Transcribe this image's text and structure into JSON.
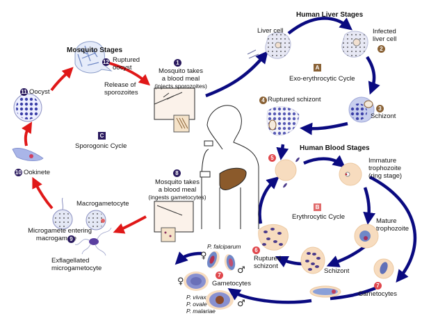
{
  "title_sections": {
    "mosquito": "Mosquito Stages",
    "liver": "Human Liver Stages",
    "blood": "Human Blood Stages"
  },
  "cycles": {
    "A": {
      "letter": "A",
      "label": "Exo-erythrocytic Cycle",
      "color": "#8a6236"
    },
    "B": {
      "letter": "B",
      "label": "Erythrocytic Cycle",
      "color": "#e06b6b"
    },
    "C": {
      "letter": "C",
      "label": "Sporogonic Cycle",
      "color": "#2a1a5e"
    }
  },
  "steps": {
    "s1": {
      "num": "1",
      "line1": "Mosquito takes",
      "line2": "a blood meal",
      "line3": "(injects sporozoites)"
    },
    "s2": {
      "num": "2",
      "line1": "Infected",
      "line2": "liver cell"
    },
    "s3": {
      "num": "3",
      "label": "Schizont"
    },
    "s4": {
      "num": "4",
      "label": "Ruptured schizont"
    },
    "s5": {
      "num": "5"
    },
    "s6": {
      "num": "6",
      "line1": "Ruptured",
      "line2": "schizont"
    },
    "s7a": {
      "num": "7",
      "label": "Gametocytes"
    },
    "s7b": {
      "num": "7",
      "label": "Gametocytes"
    },
    "s8": {
      "num": "8",
      "line1": "Mosquito takes",
      "line2": "a blood meal",
      "line3": "(ingests gametocytes)"
    },
    "s9": {
      "num": "9",
      "line1": "Microgamete entering",
      "line2": "macrogamete"
    },
    "s10": {
      "num": "10",
      "label": "Ookinete"
    },
    "s11": {
      "num": "11",
      "label": "Oocyst"
    },
    "s12": {
      "num": "12",
      "line1": "Ruptured",
      "line2": "oocyst"
    }
  },
  "labels": {
    "liver_cell": "Liver cell",
    "release_line1": "Release of",
    "release_line2": "sporozoites",
    "immature_line1": "Immature",
    "immature_line2": "trophozoite",
    "immature_line3": "(ring stage)",
    "mature_line1": "Mature",
    "mature_line2": "trophozoite",
    "blood_schizont": "Schizont",
    "macrogametocyte": "Macrogametocyte",
    "exflag_line1": "Exflagellated",
    "exflag_line2": "microgametocyte",
    "p_falciparum": "P. falciparum",
    "p_vivax": "P. vivax",
    "p_ovale": "P. ovale",
    "p_malariae": "P. malariae",
    "female_symbol": "♀",
    "male_symbol": "♂"
  },
  "colors": {
    "human_arrow": "#0a0a80",
    "mosquito_arrow": "#e01818",
    "rbc": "#f7dcbf",
    "liver_organ": "#8b5a2b"
  }
}
